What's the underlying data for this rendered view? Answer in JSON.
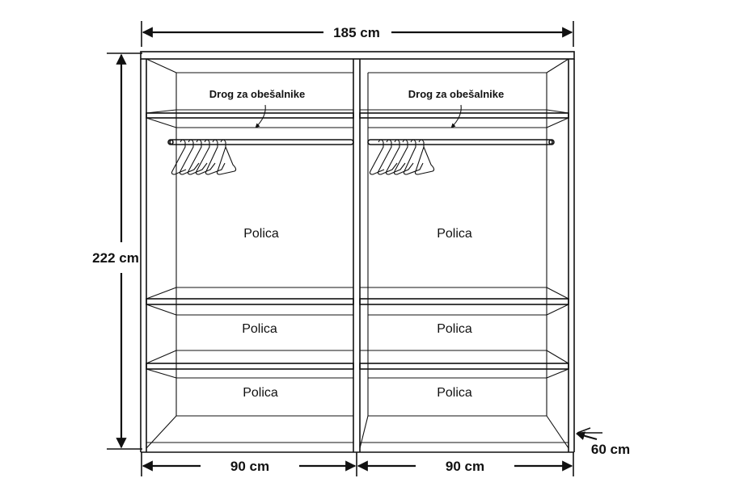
{
  "dimensions": {
    "width_total": "185 cm",
    "height": "222 cm",
    "depth": "60 cm",
    "left_section_width": "90 cm",
    "right_section_width": "90 cm"
  },
  "left_section": {
    "rod_label": "Drog za obešalnike",
    "shelf_labels": [
      "Polica",
      "Polica",
      "Polica"
    ]
  },
  "right_section": {
    "rod_label": "Drog za obešalnike",
    "shelf_labels": [
      "Polica",
      "Polica",
      "Polica"
    ]
  }
}
